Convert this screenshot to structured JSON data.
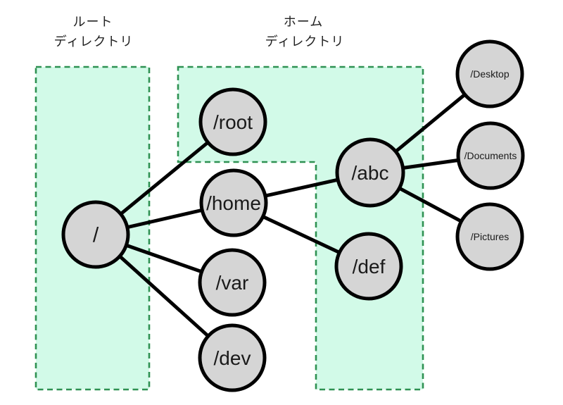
{
  "labels": {
    "root_directory": {
      "line1": "ルート",
      "line2": "ディレクトリ"
    },
    "home_directory": {
      "line1": "ホーム",
      "line2": "ディレクトリ"
    }
  },
  "diagram": {
    "type": "filesystem-tree",
    "nodes": [
      {
        "id": "slash",
        "label": "/"
      },
      {
        "id": "root",
        "label": "/root"
      },
      {
        "id": "home",
        "label": "/home"
      },
      {
        "id": "var",
        "label": "/var"
      },
      {
        "id": "dev",
        "label": "/dev"
      },
      {
        "id": "abc",
        "label": "/abc"
      },
      {
        "id": "def",
        "label": "/def"
      },
      {
        "id": "desktop",
        "label": "/Desktop"
      },
      {
        "id": "documents",
        "label": "/Documents"
      },
      {
        "id": "pictures",
        "label": "/Pictures"
      }
    ],
    "edges": [
      {
        "from": "/",
        "to": "/root"
      },
      {
        "from": "/",
        "to": "/home"
      },
      {
        "from": "/",
        "to": "/var"
      },
      {
        "from": "/",
        "to": "/dev"
      },
      {
        "from": "/home",
        "to": "/abc"
      },
      {
        "from": "/home",
        "to": "/def"
      },
      {
        "from": "/abc",
        "to": "/Desktop"
      },
      {
        "from": "/abc",
        "to": "/Documents"
      },
      {
        "from": "/abc",
        "to": "/Pictures"
      }
    ]
  },
  "colors": {
    "region_fill": "#d2fae8",
    "region_border": "#2e9152",
    "node_fill": "#d5d5d5",
    "node_border": "#000000",
    "edge_color": "#000000",
    "text_color": "#1a1a1a"
  }
}
